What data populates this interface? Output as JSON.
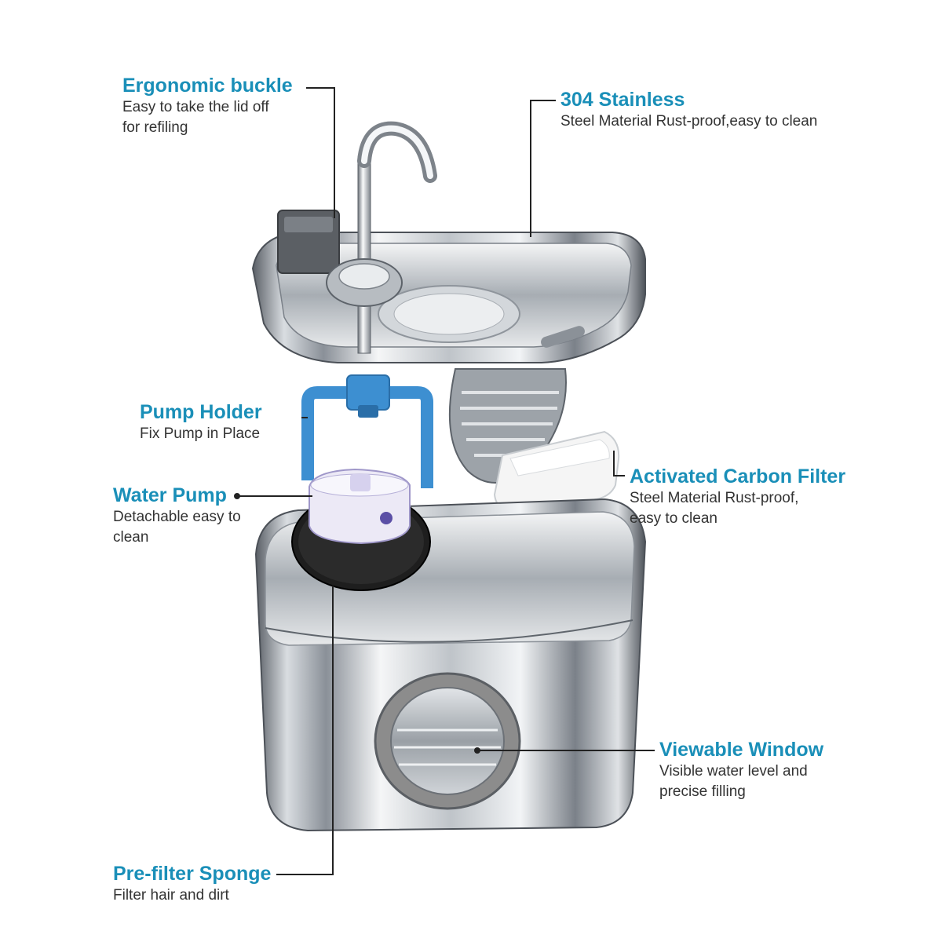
{
  "colors": {
    "accent": "#1a8fb8",
    "text": "#333333",
    "leader": "#222222",
    "steel_light": "#f2f4f6",
    "steel_dark": "#5a5f66",
    "pump_holder": "#3d8fd1",
    "sponge": "#1e1e1e",
    "window_ring": "#8c8c8c"
  },
  "icons": [
    "faucet-icon",
    "pump-icon",
    "filter-icon"
  ],
  "callouts": {
    "ergonomic_buckle": {
      "title": "Ergonomic buckle",
      "desc": [
        "Easy to take the lid off",
        "for refiling"
      ]
    },
    "stainless": {
      "title": "304 Stainless",
      "desc": [
        "Steel Material Rust-proof,easy to clean"
      ]
    },
    "pump_holder": {
      "title": "Pump Holder",
      "desc": [
        "Fix Pump in Place"
      ]
    },
    "water_pump": {
      "title": "Water Pump",
      "desc": [
        "Detachable easy to",
        "clean"
      ]
    },
    "carbon_filter": {
      "title": "Activated Carbon Filter",
      "desc": [
        "Steel Material Rust-proof,",
        "easy to clean"
      ]
    },
    "viewable_window": {
      "title": "Viewable Window",
      "desc": [
        "Visible water level and",
        "precise filling"
      ]
    },
    "prefilter_sponge": {
      "title": "Pre-filter Sponge",
      "desc": [
        "Filter hair and dirt"
      ]
    }
  }
}
